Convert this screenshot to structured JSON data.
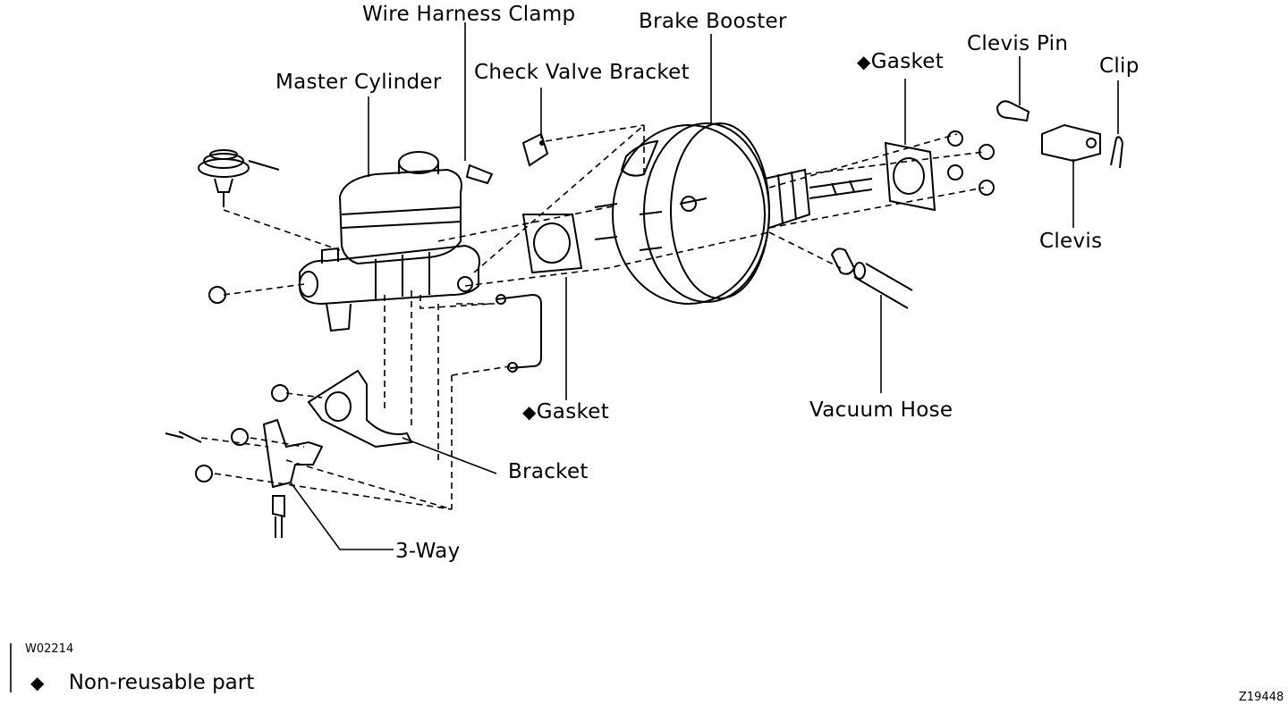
{
  "diagram": {
    "labels": {
      "wire_harness_clamp": "Wire Harness Clamp",
      "brake_booster": "Brake Booster",
      "master_cylinder": "Master Cylinder",
      "check_valve_bracket": "Check Valve Bracket",
      "gasket_top": "Gasket",
      "clevis_pin": "Clevis Pin",
      "clip": "Clip",
      "clevis": "Clevis",
      "gasket_mid": "Gasket",
      "vacuum_hose": "Vacuum Hose",
      "bracket": "Bracket",
      "three_way": "3-Way"
    },
    "nonreusable_marker": "◆",
    "figure_code": "W02214",
    "legend": {
      "symbol": "◆",
      "text": "Non-reusable part"
    },
    "page_code": "Z19448"
  }
}
